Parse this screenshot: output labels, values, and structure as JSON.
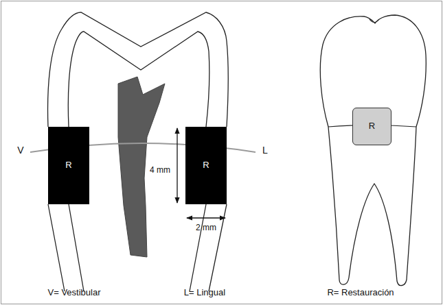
{
  "diagram": {
    "nodes": [
      {
        "text": [
          "R"
        ]
      },
      {
        "text": [
          "R"
        ]
      },
      {
        "text": [
          "R"
        ]
      }
    ],
    "labels": [
      "V",
      "L",
      "4 mm",
      "2 mm",
      "V= Vestibular",
      "L= Lingual",
      "R= Restauración"
    ]
  }
}
